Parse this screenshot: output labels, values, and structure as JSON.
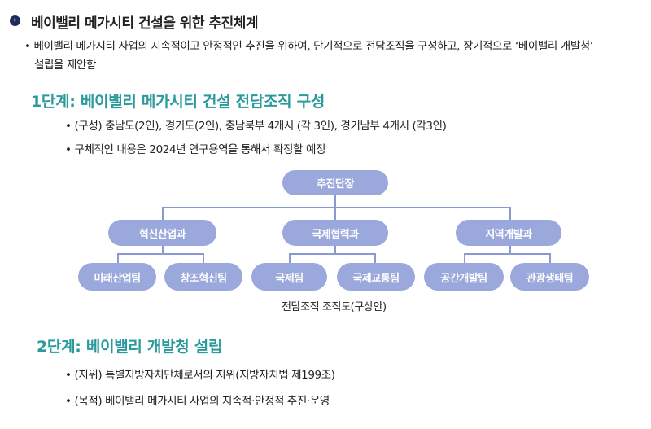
{
  "title": "베이밸리 메가시티 건설을 위한 추진체계",
  "intro": [
    "• 베이밸리 메가시티 사업의 지속적이고 안정적인 추진을 위하여, 단기적으로 전담조직을 구성하고, 장기적으로 ‘베이밸리 개발청’",
    "설립을 제안함"
  ],
  "stage1": {
    "heading": "1단계: 베이밸리 메가시티 건설 전담조직 구성",
    "bullets": [
      "• (구성) 충남도(2인), 경기도(2인), 충남북부 4개시 (각 3인), 경기남부 4개시 (각3인)",
      "• 구체적인 내용은 2024년 연구용역을 통해서 확정할 예정"
    ]
  },
  "org": {
    "top": "추진단장",
    "divisions": [
      "혁신산업과",
      "국제협력과",
      "지역개발과"
    ],
    "teams": [
      "미래산업팀",
      "창조혁신팀",
      "국제팀",
      "국제교통팀",
      "공간개발팀",
      "관광생태팀"
    ],
    "caption": "전담조직 조직도(구상안)"
  },
  "stage2": {
    "heading": "2단계: 베이밸리 개발청 설립",
    "bullets": [
      "• (지위) 특별지방자치단체로서의 지위(지방자치법 제199조)",
      "• (목적) 베이밸리 메가시티 사업의 지속적·안정적 추진·운영"
    ]
  }
}
